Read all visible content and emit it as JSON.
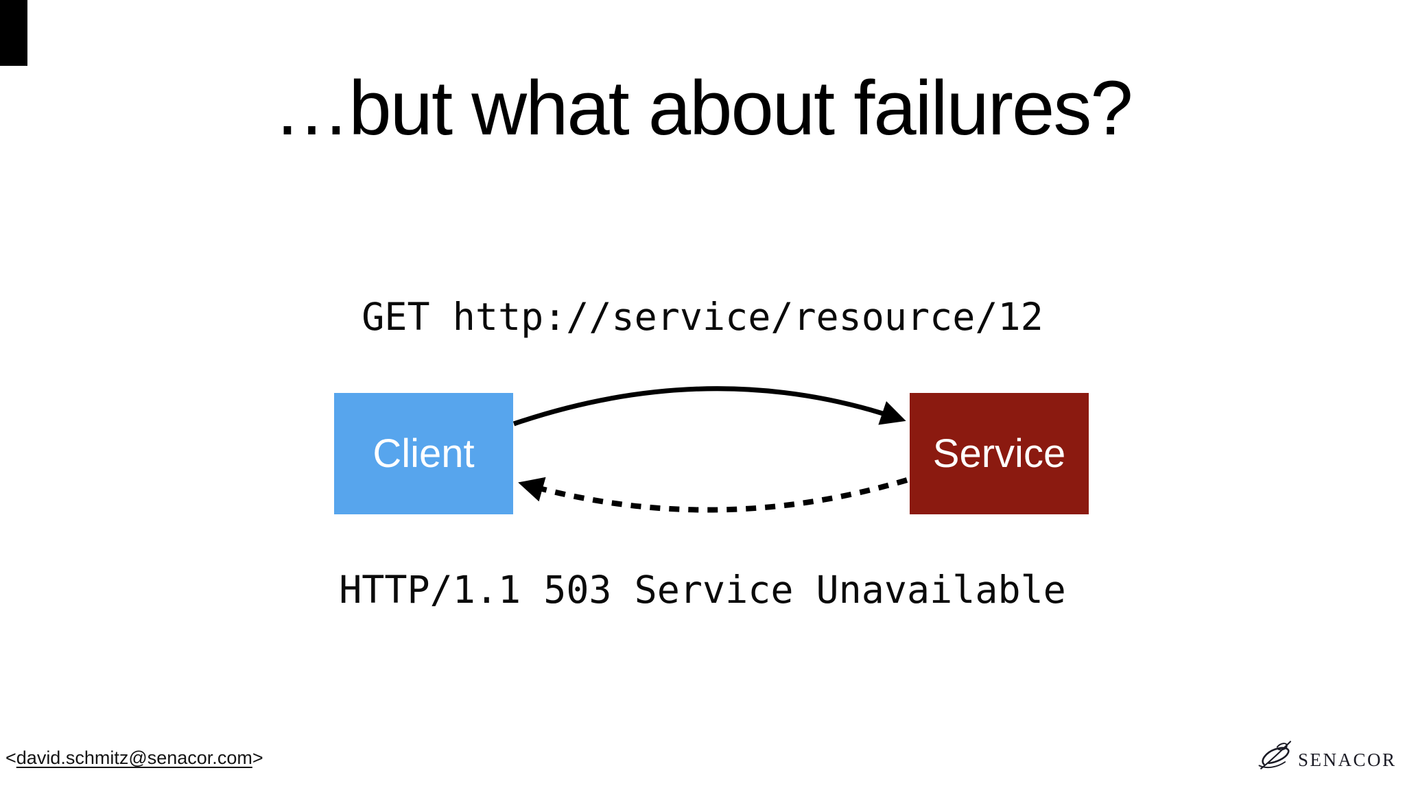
{
  "slide": {
    "title": "…but what about failures?",
    "diagram": {
      "request_message": "GET http://service/resource/12",
      "response_message": "HTTP/1.1 503 Service Unavailable",
      "client_label": "Client",
      "service_label": "Service",
      "request_arrow_icon": "solid-curved-arrow-right-icon",
      "response_arrow_icon": "dashed-curved-arrow-left-icon"
    },
    "footer": {
      "email_open_bracket": "<",
      "email_address": "david.schmitz@senacor.com",
      "email_close_bracket": ">",
      "logo_text": "SENACOR",
      "logo_glyph_icon": "senacor-swirl-icon"
    },
    "colors": {
      "client_box": "#57A5ED",
      "service_box": "#8B1A10",
      "arrow": "#000000",
      "title_text": "#000000",
      "box_label_text": "#FFFFFF",
      "logo": "#1B1B25"
    }
  }
}
